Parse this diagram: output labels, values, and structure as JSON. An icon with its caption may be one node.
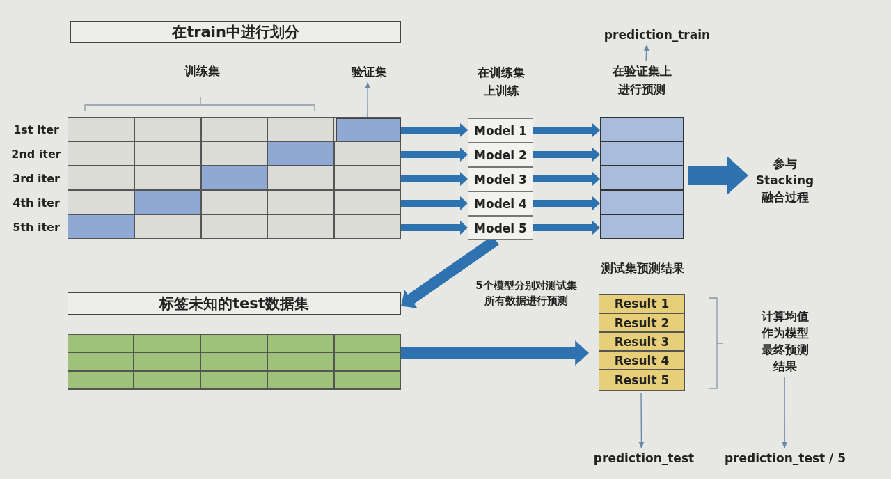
{
  "diagram": {
    "nodes": [
      {
        "text": [
          "在train中进行划分"
        ]
      },
      {
        "text": [
          "验证集"
        ]
      },
      {
        "text": [
          "1st iter"
        ]
      },
      {
        "text": [
          "2nd iter"
        ]
      },
      {
        "text": [
          "3rd iter"
        ]
      },
      {
        "text": [
          "4th iter"
        ]
      },
      {
        "text": [
          "5th iter"
        ]
      },
      {
        "text": [],
        "shape": "box",
        "in": 2
      },
      {
        "text": [
          "Model 1"
        ]
      },
      {
        "text": [
          "Model 2"
        ]
      },
      {
        "text": [
          "Model 3"
        ]
      },
      {
        "text": [
          "Model 4"
        ]
      },
      {
        "text": [
          "Model 5"
        ]
      },
      {
        "text": [
          "在验证集上进行预测"
        ]
      },
      {
        "text": [],
        "shape": "box",
        "in": 13
      },
      {
        "text": [],
        "shape": "box",
        "in": 13
      },
      {
        "text": [],
        "shape": "box",
        "in": 13
      },
      {
        "text": [],
        "shape": "box",
        "in": 13
      },
      {
        "text": [],
        "shape": "box",
        "in": 13
      },
      {
        "text": [
          "prediction_train"
        ]
      },
      {
        "text": [
          "参与 Stacking 融合过程"
        ]
      },
      {
        "text": [
          "标签未知的test数据集"
        ]
      },
      {
        "text": [],
        "shape": "box"
      },
      {
        "text": [
          "测试集预测结果"
        ]
      },
      {
        "text": [
          "Result 1"
        ],
        "in": 23
      },
      {
        "text": [
          "Result 2"
        ],
        "in": 23
      },
      {
        "text": [
          "Result 3"
        ],
        "in": 23
      },
      {
        "text": [
          "Result 4"
        ],
        "in": 23
      },
      {
        "text": [
          "Result 5"
        ],
        "in": 23
      },
      {
        "text": [
          "prediction_test"
        ]
      },
      {
        "text": [
          "计算均值作为模型最终预测结果"
        ]
      },
      {
        "text": [
          "prediction_test / 5"
        ]
      }
    ],
    "edges": [
      {
        "from": 7,
        "to": 1,
        "arrow": "to"
      },
      {
        "from": 2,
        "to": 8,
        "arrow": "to",
        "style": "thick"
      },
      {
        "from": 3,
        "to": 9,
        "arrow": "to",
        "style": "thick"
      },
      {
        "from": 4,
        "to": 10,
        "arrow": "to",
        "style": "thick"
      },
      {
        "from": 5,
        "to": 11,
        "arrow": "to",
        "style": "thick"
      },
      {
        "from": 6,
        "to": 12,
        "arrow": "to",
        "style": "thick"
      },
      {
        "from": 8,
        "to": 14,
        "arrow": "to",
        "style": "thick"
      },
      {
        "from": 9,
        "to": 15,
        "arrow": "to",
        "style": "thick"
      },
      {
        "from": 10,
        "to": 16,
        "arrow": "to",
        "style": "thick"
      },
      {
        "from": 11,
        "to": 17,
        "arrow": "to",
        "style": "thick"
      },
      {
        "from": 12,
        "to": 18,
        "arrow": "to",
        "style": "thick"
      },
      {
        "from": 13,
        "to": 19,
        "arrow": "to"
      },
      {
        "from": 13,
        "to": 20,
        "arrow": "to",
        "style": "thick"
      },
      {
        "from": 12,
        "to": 21,
        "arrow": "to",
        "style": "thick",
        "label": "5个模型分别对测试集所有数据进行预测"
      },
      {
        "from": 22,
        "to": 23,
        "arrow": "to",
        "style": "thick"
      },
      {
        "from": 23,
        "to": 29,
        "arrow": "to"
      },
      {
        "from": 30,
        "to": 31,
        "arrow": "to"
      }
    ],
    "labels": [
      "训练集",
      "在训练集上训练"
    ]
  }
}
